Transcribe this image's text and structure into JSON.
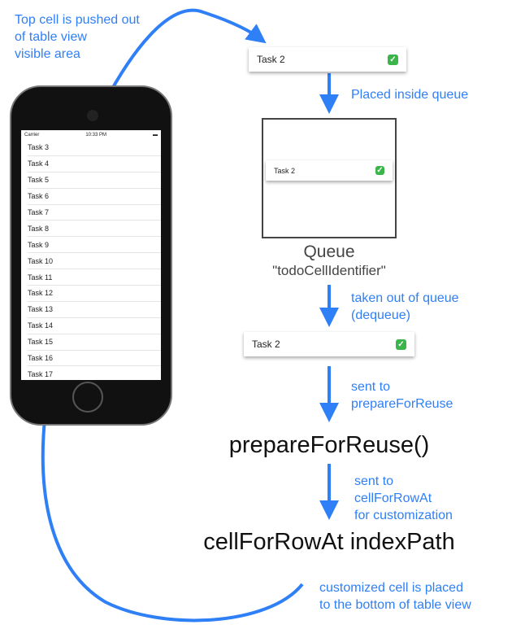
{
  "top_note": [
    "Top cell is pushed out",
    "of table view",
    "visible area"
  ],
  "phone": {
    "status": {
      "carrier": "Carrier",
      "time": "10:33 PM"
    },
    "rows": [
      "Task 3",
      "Task 4",
      "Task 5",
      "Task 6",
      "Task 7",
      "Task 8",
      "Task 9",
      "Task 10",
      "Task 11",
      "Task 12",
      "Task 13",
      "Task 14",
      "Task 15",
      "Task 16",
      "Task 17"
    ]
  },
  "cell_label": "Task 2",
  "check_icon": "✓",
  "steps": {
    "placed": "Placed inside queue",
    "queue_title": "Queue",
    "queue_id": "\"todoCellIdentifier\"",
    "dequeue": [
      "taken out of queue",
      "(dequeue)"
    ],
    "sent_prepare": [
      "sent to",
      "prepareForReuse"
    ],
    "prepare_method": "prepareForReuse()",
    "sent_cell": [
      "sent to",
      "cellForRowAt",
      "for customization"
    ],
    "cell_method": "cellForRowAt indexPath",
    "bottom_note": [
      "customized cell is placed",
      "to the bottom of table view"
    ]
  },
  "colors": {
    "accent": "#2f7ff6",
    "check": "#3bb54a"
  }
}
